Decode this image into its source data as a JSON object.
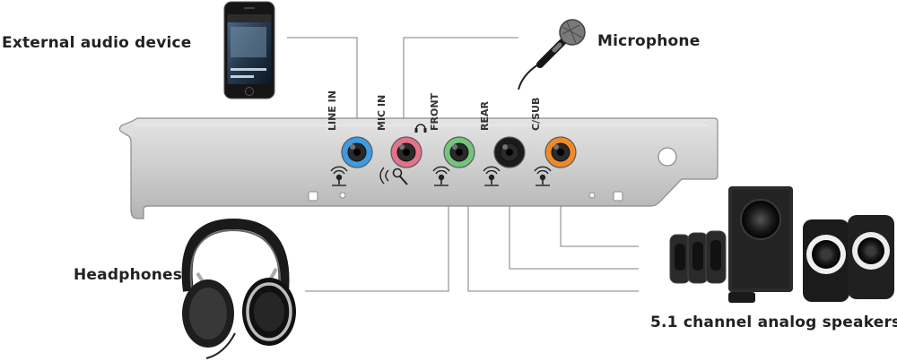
{
  "labels": {
    "external_device": "External audio device",
    "microphone": "Microphone",
    "headphones": "Headphones",
    "speakers": "5.1 channel analog speakers"
  },
  "ports": [
    {
      "label": "LINE IN",
      "color": "#3d9be0",
      "icon": "line-in-jack-icon"
    },
    {
      "label": "MIC IN",
      "color": "#e2738a",
      "icon": "microphone-jack-icon"
    },
    {
      "label": "FRONT",
      "color": "#74c47c",
      "icon": "front-out-jack-icon"
    },
    {
      "label": "REAR",
      "color": "#1b1b1b",
      "icon": "rear-out-jack-icon"
    },
    {
      "label": "C/SUB",
      "color": "#ee8a2a",
      "icon": "center-sub-jack-icon"
    }
  ],
  "colors": {
    "bracket_fill": "#c9c9c9",
    "bracket_stroke": "#8a8a8a",
    "connector_line": "#9a9a9a",
    "label_text": "#222222"
  }
}
